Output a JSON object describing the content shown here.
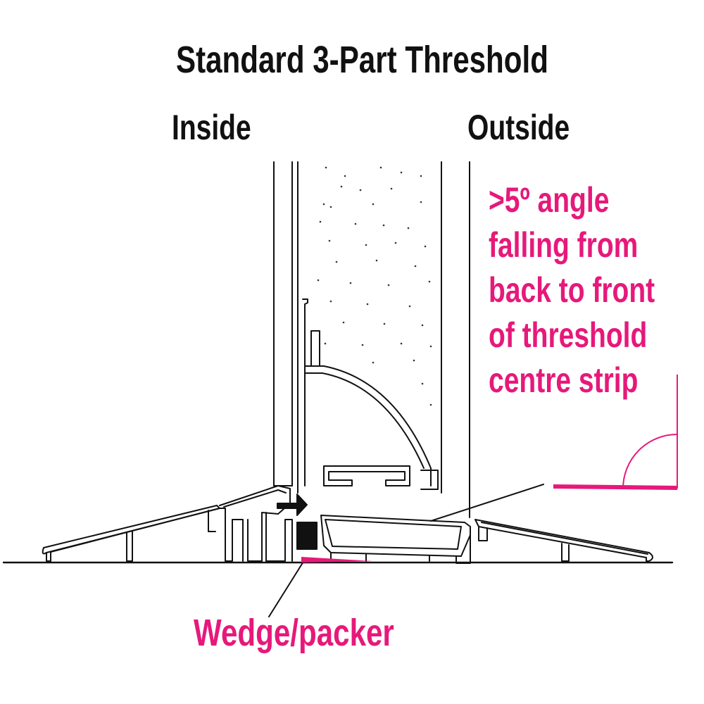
{
  "title": "Standard 3-Part Threshold",
  "labels": {
    "inside": "Inside",
    "outside": "Outside",
    "angle_note": [
      ">5º angle",
      "falling from",
      "back to front",
      "of threshold",
      "centre strip"
    ],
    "wedge": "Wedge/packer"
  },
  "colors": {
    "ink": "#111111",
    "accent": "#e6197a",
    "insulation_dots": "#333333"
  }
}
